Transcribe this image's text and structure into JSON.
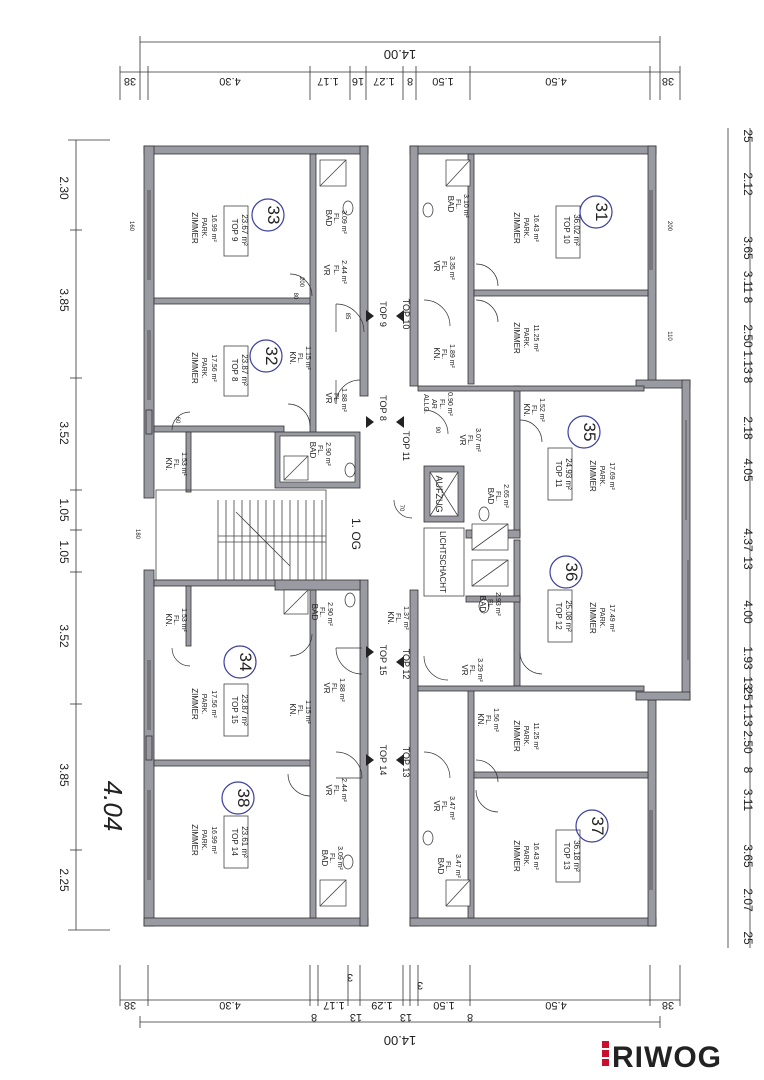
{
  "floor_label": "1. OG",
  "logo_text": "RIWOG",
  "handwritten_note": "4.04",
  "colors": {
    "wall": "#9a9aa2",
    "logo_red": "#c8102e",
    "handwriting": "#3b3f9e"
  },
  "dimensions": {
    "top_total": "14.00",
    "top_segments": [
      "38",
      "4.30",
      "1.17",
      "16",
      "1.27",
      "8",
      "1.50",
      "4.50",
      "38"
    ],
    "bottom_total": "14.00",
    "bottom_segments": [
      "38",
      "4.30",
      "8",
      "1.17",
      "3",
      "13",
      "1.29",
      "13",
      "3",
      "1.50",
      "8",
      "4.50",
      "38"
    ],
    "left": [
      "2.30",
      "3.85",
      "3.52",
      "1.05",
      "1.05",
      "3.52",
      "3.85",
      "2.25"
    ],
    "right": [
      "25",
      "2.12",
      "3.65",
      "3.11",
      "8",
      "2.50",
      "1.13",
      "8",
      "2.18",
      "4.05",
      "4.37",
      "13",
      "4.00",
      "1.93",
      "13",
      "25",
      "1.13",
      "2.50",
      "8",
      "3.11",
      "3.65",
      "2.07",
      "25"
    ]
  },
  "units": [
    {
      "top": "TOP 9",
      "area": "23.67 m²",
      "hand": "33",
      "room": "ZIMMER",
      "floor": "PARK.",
      "room_area": "16.99 m²"
    },
    {
      "top": "TOP 8",
      "area": "23.87 m²",
      "hand": "32",
      "room": "ZIMMER",
      "floor": "PARK.",
      "room_area": "17.56 m²"
    },
    {
      "top": "TOP 15",
      "area": "23.87 m²",
      "hand": "34",
      "room": "ZIMMER",
      "floor": "PARK.",
      "room_area": "17.56 m²"
    },
    {
      "top": "TOP 14",
      "area": "23.61 m²",
      "hand": "38",
      "room": "ZIMMER",
      "floor": "PARK.",
      "room_area": "16.99 m²"
    },
    {
      "top": "TOP 10",
      "area": "36.02 m²",
      "hand": "31",
      "room": "ZIMMER",
      "floor": "PARK.",
      "room_area": "16.43 m²"
    },
    {
      "top": "TOP 11",
      "area": "24.93 m²",
      "hand": "35",
      "room": "ZIMMER",
      "floor": "PARK.",
      "room_area": "17.69 m²"
    },
    {
      "top": "TOP 12",
      "area": "25.08 m²",
      "hand": "36",
      "room": "ZIMMER",
      "floor": "PARK.",
      "room_area": "17.49 m²"
    },
    {
      "top": "TOP 13",
      "area": "36.18 m²",
      "hand": "37",
      "room": "ZIMMER",
      "floor": "PARK.",
      "room_area": "16.43 m²"
    }
  ],
  "rooms": {
    "bad": "BAD",
    "fl": "FL.",
    "vr": "VR",
    "kn": "KN.",
    "allg": "ALLG.",
    "ar": "AR",
    "aufzug": "AUFZUG",
    "lichtschacht": "LICHTSCHACHT",
    "bad_9": "3.09 m²",
    "vr_9": "2.44 m²",
    "kn_8": "1.15 m²",
    "vr_8": "1.88 m²",
    "bad_8": "2.90 m²",
    "kn_left": "1.53 m²",
    "kn_left2": "1.53 m²",
    "bad_15": "2.90 m²",
    "vr_15": "1.88 m²",
    "kn_15": "1.15 m²",
    "vr_14": "2.44 m²",
    "bad_14": "3.09 m²",
    "bad_10": "3.10 m²",
    "vr_10": "3.35 m²",
    "kn_10": "1.89 m²",
    "zimmer_10b": "11.25 m²",
    "ar_allg": "0.90 m²",
    "kn_11": "1.52 m²",
    "vr_11": "3.07 m²",
    "bad_11": "2.65 m²",
    "fl_center": "1.37 m²",
    "bad_12": "2.93 m²",
    "vr_12": "3.29 m²",
    "kn_13": "1.56 m²",
    "zimmer_13b": "11.25 m²",
    "vr_13": "3.47 m²",
    "bad_13": "3.47 m²"
  },
  "door_codes": [
    "200",
    "80",
    "60",
    "85",
    "90",
    "70",
    "160",
    "180",
    "200",
    "110"
  ]
}
